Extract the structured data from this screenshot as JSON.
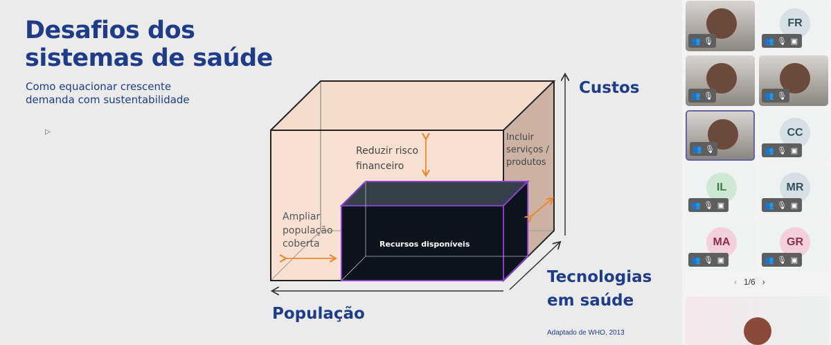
{
  "slide": {
    "title_line1": "Desafios dos",
    "title_line2": "sistemas de saúde",
    "subtitle_line1": "Como equacionar crescente",
    "subtitle_line2": "demanda com sustentabilidade",
    "axis_costs": "Custos",
    "axis_tech_line1": "Tecnologias",
    "axis_tech_line2": "em saúde",
    "axis_population": "População",
    "label_risk_line1": "Reduzir risco",
    "label_risk_line2": "financeiro",
    "label_services_line1": "Incluir",
    "label_services_line2": "serviços /",
    "label_services_line3": "produtos",
    "label_pop_line1": "Ampliar",
    "label_pop_line2": "população",
    "label_pop_line3": "coberta",
    "label_resources": "Recursos disponíveis",
    "credit": "Adaptado de WHO, 2013"
  },
  "participants": [
    {
      "initials": "",
      "video": true
    },
    {
      "initials": "FR",
      "color": "#d6e0e4",
      "text": "#30505c"
    },
    {
      "initials": "",
      "video": true
    },
    {
      "initials": "",
      "video": true
    },
    {
      "initials": "",
      "video": true,
      "selected": true
    },
    {
      "initials": "CC",
      "color": "#d6e0e4",
      "text": "#30505c"
    },
    {
      "initials": "IL",
      "color": "#cfe8d4",
      "text": "#3a7a46"
    },
    {
      "initials": "MR",
      "color": "#d6e0e4",
      "text": "#30505c"
    },
    {
      "initials": "MA",
      "color": "#f4cfdc",
      "text": "#8a2d4c"
    },
    {
      "initials": "GR",
      "color": "#f4cfdc",
      "text": "#8a2d4c"
    }
  ],
  "pager": {
    "label": "1/6"
  }
}
